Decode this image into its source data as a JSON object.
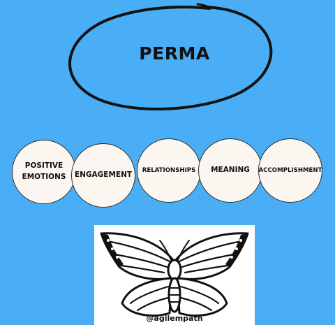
{
  "title": "PERMA",
  "pillars": [
    {
      "label": "POSITIVE EMOTIONS"
    },
    {
      "label": "ENGAGEMENT"
    },
    {
      "label": "RELATIONSHIPS"
    },
    {
      "label": "MEANING"
    },
    {
      "label": "ACCOMPLISHMENT"
    }
  ],
  "image": {
    "icon": "butterfly-icon",
    "caption": "@agilempath"
  },
  "colors": {
    "background": "#49AEF5",
    "circle_fill": "#FBF7F0",
    "ink": "#111111"
  }
}
